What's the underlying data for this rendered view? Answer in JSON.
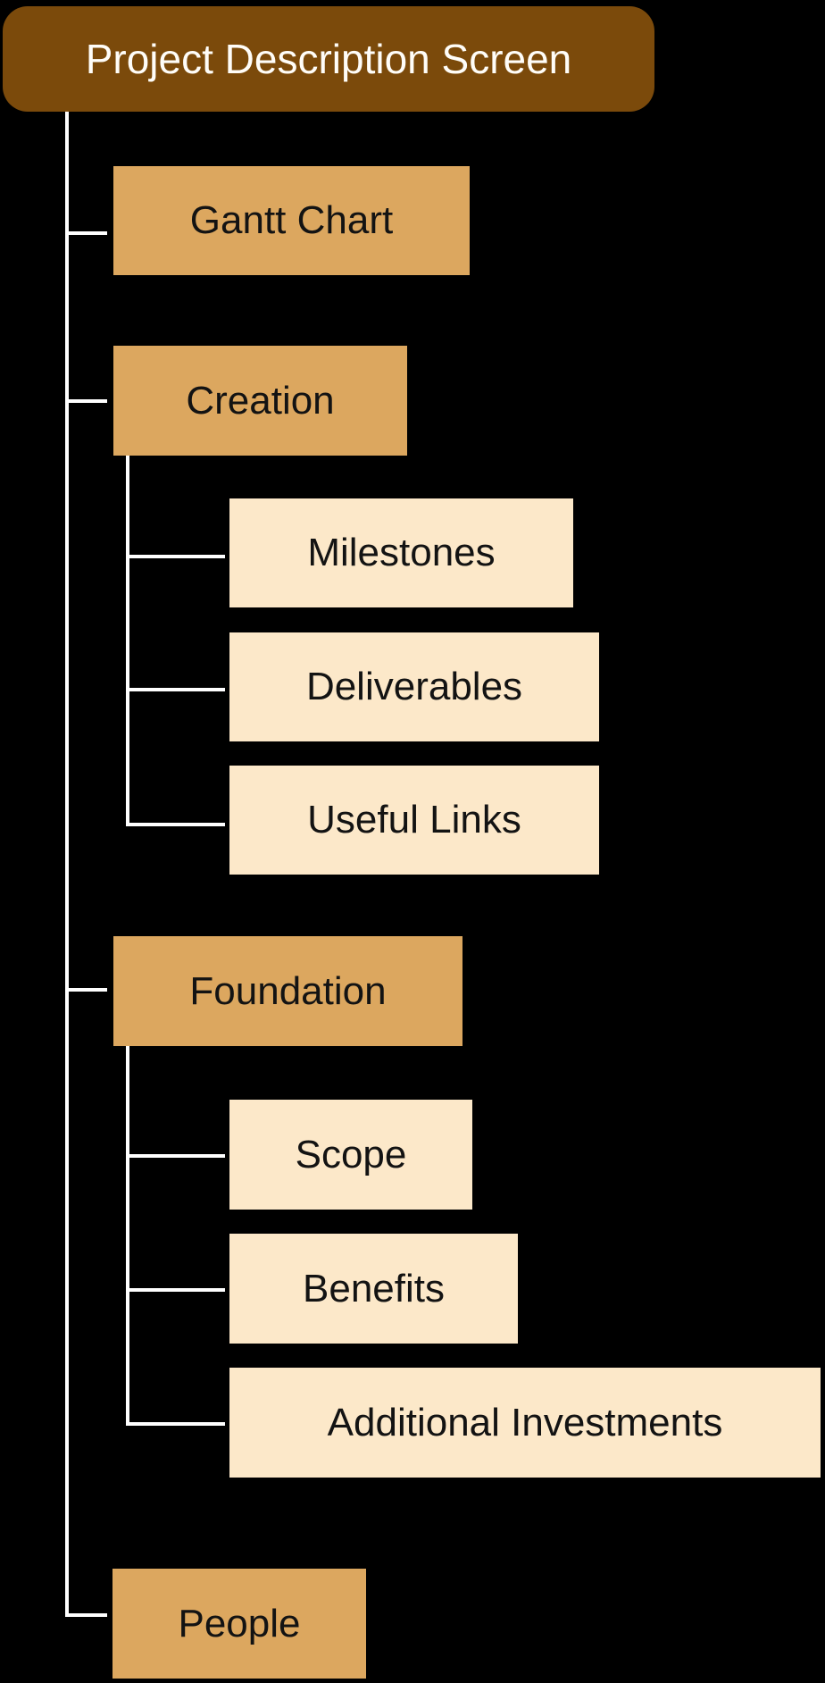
{
  "diagram": {
    "type": "tree",
    "background": "#000000",
    "colors": {
      "root_fill": "#7B4A0B",
      "root_text": "#FFFDF8",
      "level1_fill": "#DCA75F",
      "level2_fill": "#FCE8C9",
      "child_text": "#131313",
      "connector": "#FFFFFF"
    },
    "tree": {
      "root": {
        "label": "Project Description Screen"
      },
      "children": [
        {
          "label": "Gantt Chart",
          "children": []
        },
        {
          "label": "Creation",
          "children": [
            {
              "label": "Milestones"
            },
            {
              "label": "Deliverables"
            },
            {
              "label": "Useful Links"
            }
          ]
        },
        {
          "label": "Foundation",
          "children": [
            {
              "label": "Scope"
            },
            {
              "label": "Benefits"
            },
            {
              "label": "Additional Investments"
            }
          ]
        },
        {
          "label": "People",
          "children": []
        }
      ]
    }
  }
}
